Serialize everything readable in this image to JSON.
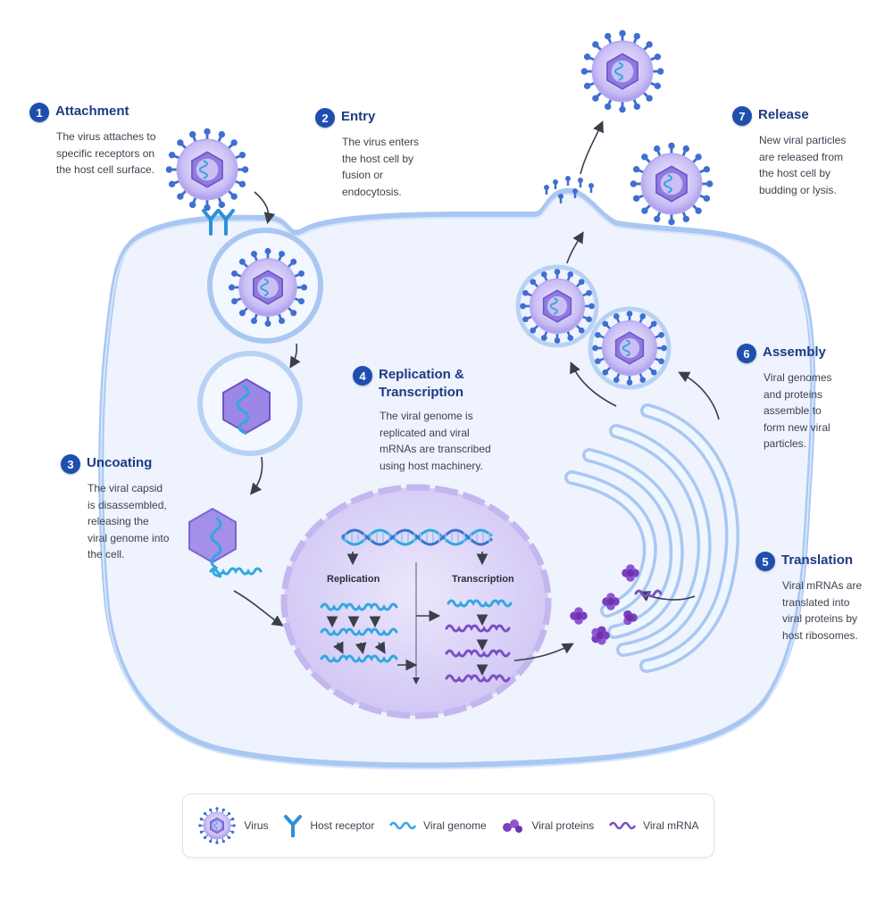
{
  "steps": [
    {
      "number": "1",
      "title": "Attachment",
      "desc": "The virus attaches to specific receptors on the host cell surface."
    },
    {
      "number": "2",
      "title": "Entry",
      "desc": "The virus enters the host cell by fusion or endocytosis."
    },
    {
      "number": "3",
      "title": "Uncoating",
      "desc": "The viral capsid is disassembled, releasing the viral genome into the cell."
    },
    {
      "number": "4",
      "title": "Replication & Transcription",
      "desc": "The viral genome is replicated and viral mRNAs are transcribed using host machinery."
    },
    {
      "number": "5",
      "title": "Translation",
      "desc": "Viral mRNAs are translated into viral proteins by host ribosomes."
    },
    {
      "number": "6",
      "title": "Assembly",
      "desc": "Viral genomes and proteins assemble to form new viral particles."
    },
    {
      "number": "7",
      "title": "Release",
      "desc": "New viral particles are released from the host cell by budding or lysis."
    }
  ],
  "nucleus": {
    "replication_label": "Replication",
    "transcription_label": "Transcription"
  },
  "legend": [
    {
      "icon": "virus-icon",
      "label": "Virus"
    },
    {
      "icon": "receptor-icon",
      "label": "Host receptor"
    },
    {
      "icon": "genome-icon",
      "label": "Viral genome"
    },
    {
      "icon": "protein-icon",
      "label": "Viral proteins"
    },
    {
      "icon": "mrna-icon",
      "label": "Viral mRNA"
    }
  ],
  "colors": {
    "badge": "#1f4fae",
    "title": "#1d3a86",
    "membrane": "#a9c7f2",
    "cell_fill": "#eef3fd",
    "nucleus_fill": "#ddd5f7",
    "genome": "#2fa8e0",
    "mrna": "#7a4fc4",
    "protein": "#7b3fbf",
    "spike": "#3f6fd0"
  }
}
